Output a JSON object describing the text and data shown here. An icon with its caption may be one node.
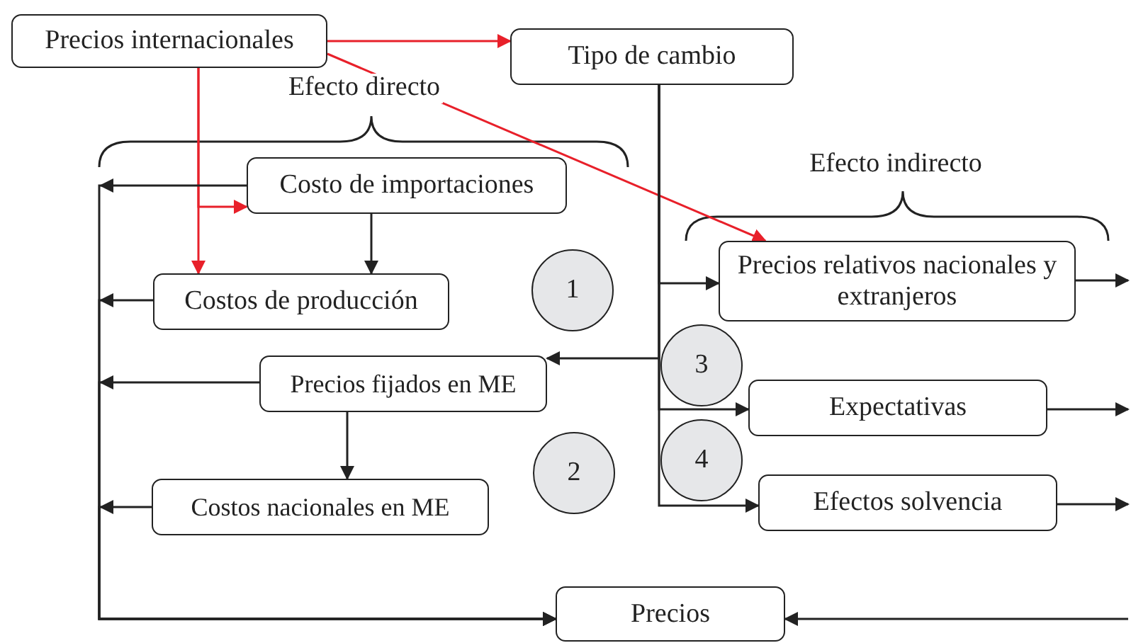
{
  "diagram": {
    "nodes": [
      {
        "text": [
          "Precios internacionales"
        ]
      },
      {
        "text": [
          "Tipo de cambio"
        ]
      },
      {
        "text": [
          "Costo de importaciones"
        ]
      },
      {
        "text": [
          "Costos de producción"
        ]
      },
      {
        "text": [
          "Precios relativos nacionales y extranjeros"
        ]
      },
      {
        "text": [
          "Precios fijados en ME"
        ]
      },
      {
        "text": [
          "Expectativas"
        ]
      },
      {
        "text": [
          "Costos nacionales en ME"
        ]
      },
      {
        "text": [
          "Efectos solvencia"
        ]
      },
      {
        "text": [
          "Precios"
        ]
      },
      {
        "text": [
          "1"
        ]
      },
      {
        "text": [
          "3"
        ]
      },
      {
        "text": [
          "2"
        ]
      },
      {
        "text": [
          "4"
        ]
      }
    ],
    "edges": [
      {
        "from": 0,
        "to": 1,
        "arrow": "to",
        "color": "#e8202a"
      },
      {
        "from": 0,
        "to": 2,
        "arrow": "to",
        "color": "#e8202a"
      },
      {
        "from": 0,
        "to": 3,
        "arrow": "to",
        "color": "#e8202a"
      },
      {
        "from": 0,
        "to": 4,
        "arrow": "to",
        "color": "#e8202a"
      },
      {
        "from": 2,
        "to": 3,
        "arrow": "to"
      },
      {
        "from": 5,
        "to": 7,
        "arrow": "to"
      },
      {
        "from": 1,
        "to": 4,
        "arrow": "to"
      },
      {
        "from": 1,
        "to": 5,
        "arrow": "to"
      },
      {
        "from": 1,
        "to": 6,
        "arrow": "to"
      },
      {
        "from": 1,
        "to": 8,
        "arrow": "to"
      },
      {
        "from": 2,
        "to": 9,
        "arrow": "to"
      },
      {
        "from": 3,
        "to": 9,
        "arrow": "to"
      },
      {
        "from": 5,
        "to": 9,
        "arrow": "to"
      },
      {
        "from": 7,
        "to": 9,
        "arrow": "to"
      },
      {
        "from": 4,
        "to": null,
        "arrow": "to"
      },
      {
        "from": 6,
        "to": null,
        "arrow": "to"
      },
      {
        "from": 8,
        "to": null,
        "arrow": "to"
      },
      {
        "from": null,
        "to": 9,
        "arrow": "to"
      }
    ],
    "labels": [
      "Efecto directo",
      "Efecto indirecto"
    ]
  }
}
